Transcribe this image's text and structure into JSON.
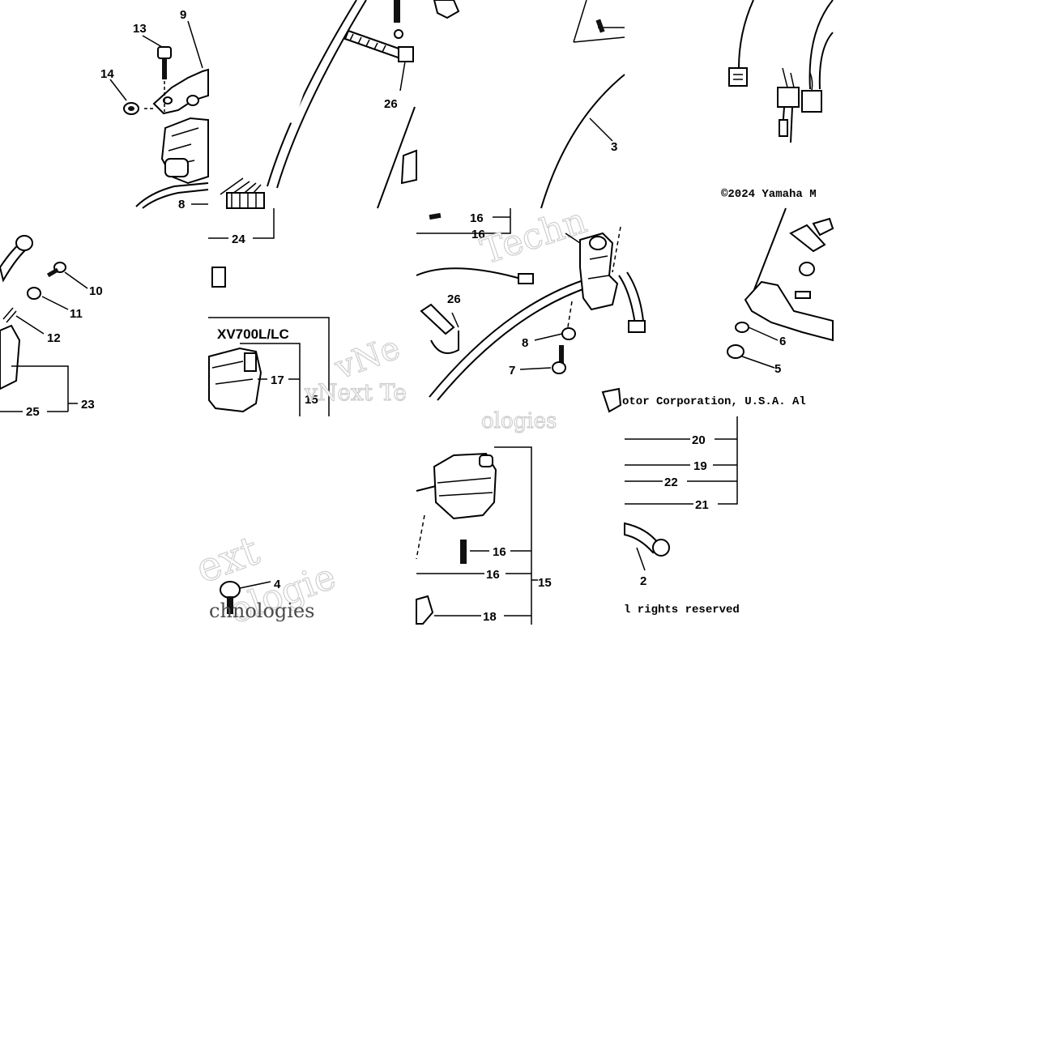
{
  "copyright": {
    "part1": "©2024 Yamaha M",
    "part2": "otor Corporation, U.S.A. Al",
    "part3": "l rights reserved"
  },
  "model_label": "XV700L/LC",
  "watermark": {
    "w1": "Techn",
    "w2": "vNe",
    "w3": "vNext Te",
    "w4": "ologies",
    "w5": "ext",
    "w6": "ologie",
    "w7": "chnologies"
  },
  "callouts": {
    "c13": "13",
    "c9": "9",
    "c14": "14",
    "c8a": "8",
    "c26a": "26",
    "c3": "3",
    "c24": "24",
    "c16a": "16",
    "c16b": "16",
    "c26b": "26",
    "c8b": "8",
    "c7": "7",
    "c10": "10",
    "c11": "11",
    "c12": "12",
    "c25": "25",
    "c23": "23",
    "c17": "17",
    "c15a": "15",
    "c6": "6",
    "c5": "5",
    "c20": "20",
    "c19": "19",
    "c22": "22",
    "c21": "21",
    "c2": "2",
    "c4": "4",
    "c16c": "16",
    "c16d": "16",
    "c15b": "15",
    "c18": "18"
  }
}
